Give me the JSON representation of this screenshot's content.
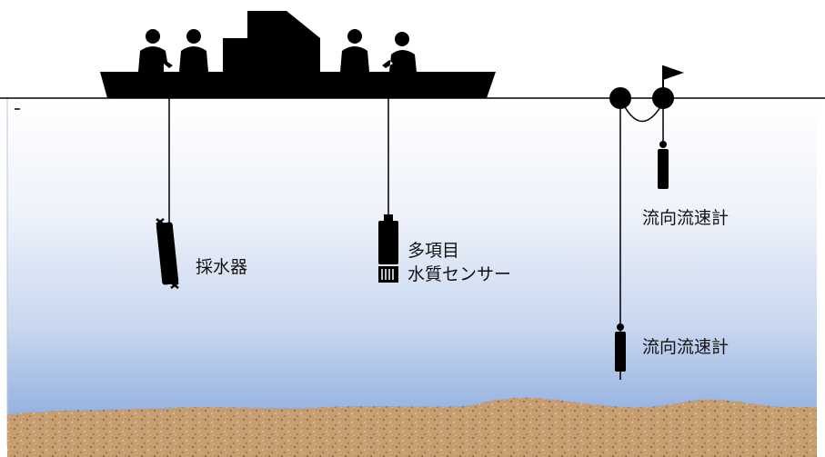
{
  "colors": {
    "water_top": "#ffffff",
    "water_mid": "#dfe8f6",
    "water_deep": "#8faede",
    "seabed": "#c79e72",
    "seabed_dark": "#7a5432",
    "silhouette": "#000000"
  },
  "labels": {
    "water_sampler": "採水器",
    "multi_sensor_line1": "多項目",
    "multi_sensor_line2": "水質センサー",
    "current_meter_upper": "流向流速計",
    "current_meter_lower": "流向流速計"
  },
  "icons": {
    "boat": "boat-icon",
    "person": "person-icon",
    "flag": "flag-icon",
    "buoy": "buoy-icon"
  }
}
